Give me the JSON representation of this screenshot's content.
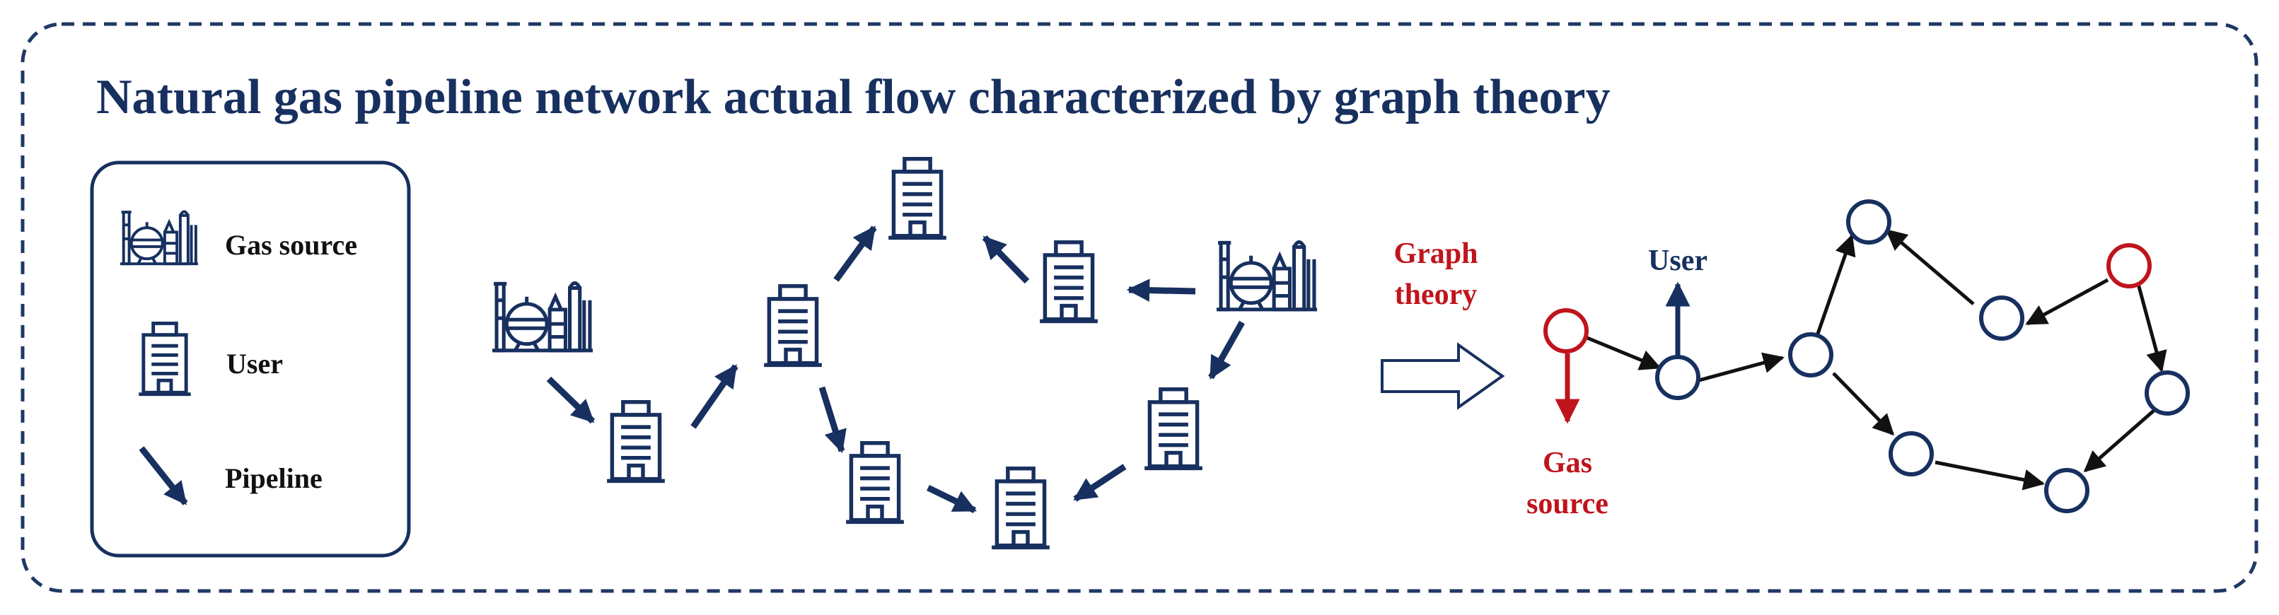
{
  "title": "Natural gas pipeline network actual flow characterized by graph theory",
  "legend": {
    "gas_source": "Gas source",
    "user": "User",
    "pipeline": "Pipeline"
  },
  "transform_label": [
    "Graph",
    "theory"
  ],
  "graph": {
    "user_label": "User",
    "gas_source_label": [
      "Gas",
      "source"
    ]
  },
  "colors": {
    "navy": "#17305f",
    "red": "#c0141c",
    "border": "#1f3866"
  }
}
